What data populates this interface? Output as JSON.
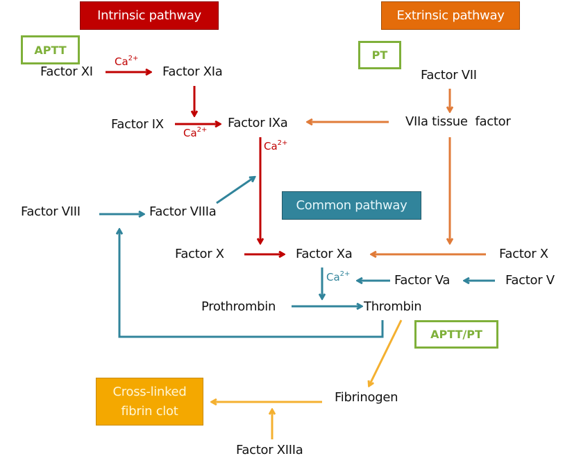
{
  "colors": {
    "intrinsic": "#c00000",
    "extrinsic": "#e46c0a",
    "common": "#31849b",
    "fibrin": "#f4a800",
    "test_tag": "#7fb03a"
  },
  "headers": {
    "intrinsic": "Intrinsic pathway",
    "extrinsic": "Extrinsic pathway",
    "common": "Common pathway",
    "clot_line1": "Cross-linked",
    "clot_line2": "fibrin clot"
  },
  "tests": {
    "aptt": "APTT",
    "pt": "PT",
    "aptt_pt": "APTT/PT"
  },
  "nodes": {
    "factor_xi": "Factor XI",
    "factor_xia": "Factor XIa",
    "factor_ix": "Factor IX",
    "factor_ixa": "Factor IXa",
    "factor_vii": "Factor VII",
    "viia_tissue_factor": "VIIa tissue  factor",
    "factor_viii": "Factor VIII",
    "factor_viiia": "Factor VIIIa",
    "factor_x_left": "Factor X",
    "factor_xa": "Factor Xa",
    "factor_x_right": "Factor X",
    "factor_va": "Factor Va",
    "factor_v": "Factor V",
    "prothrombin": "Prothrombin",
    "thrombin": "Thrombin",
    "fibrinogen": "Fibrinogen",
    "factor_xiiia": "Factor XIIIa"
  },
  "cofactor": {
    "base": "Ca",
    "charge": "2+"
  }
}
